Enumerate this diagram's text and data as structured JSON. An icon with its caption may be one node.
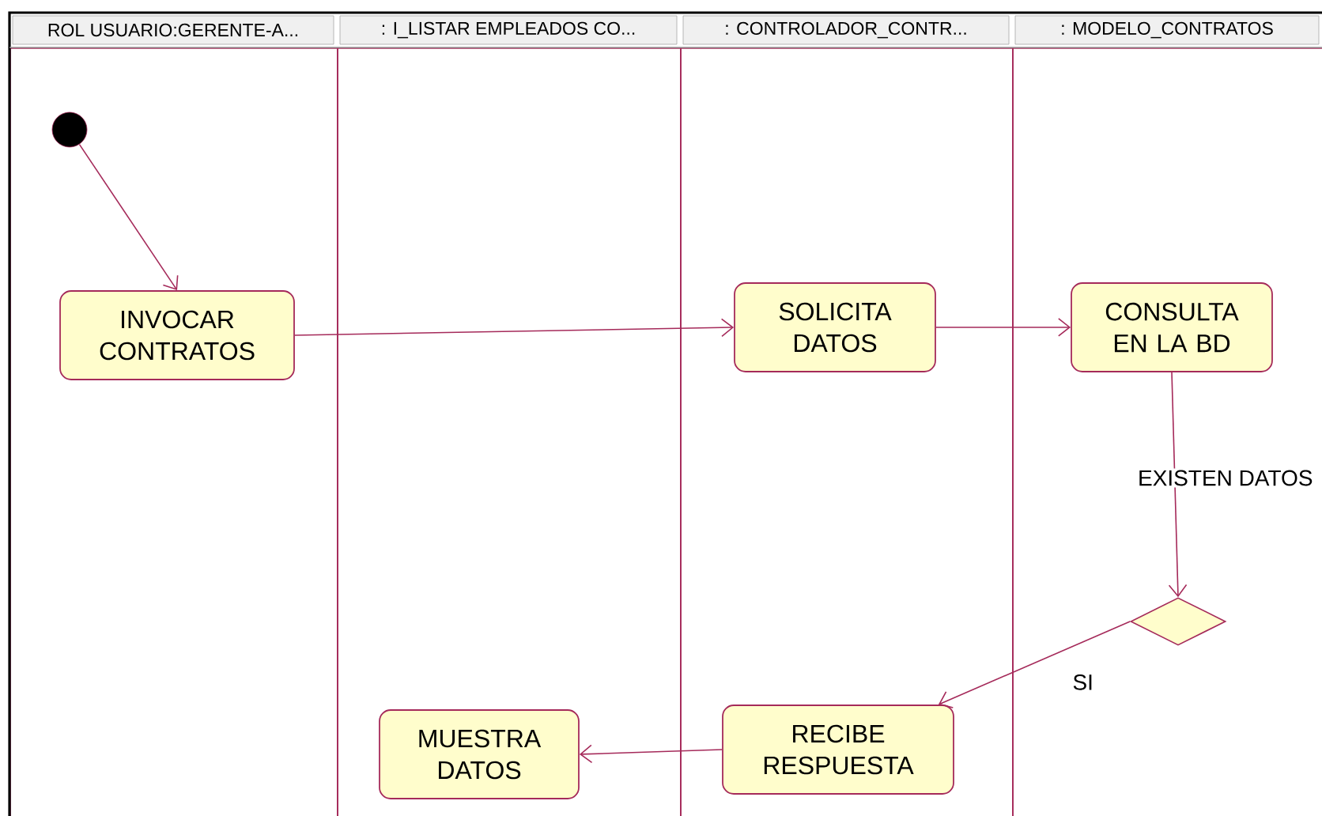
{
  "diagram": {
    "nodes": [
      {
        "text": [
          "ROL USUARIO:GERENTE-A..."
        ]
      },
      {
        "text": [
          ": I_LISTAR EMPLEADOS CO..."
        ]
      },
      {
        "text": [
          ": CONTROLADOR_CONTR..."
        ]
      },
      {
        "text": [
          ": MODELO_CONTRATOS"
        ]
      },
      {
        "text": [],
        "shape": "circle",
        "in": 0
      },
      {
        "text": [
          "INVOCAR CONTRATOS"
        ],
        "in": 0
      },
      {
        "text": [
          "SOLICITA DATOS"
        ],
        "in": 2
      },
      {
        "text": [
          "CONSULTA EN LA BD"
        ],
        "in": 3
      },
      {
        "text": [],
        "shape": "diamond",
        "in": 3
      },
      {
        "text": [
          "RECIBE RESPUESTA"
        ],
        "in": 2
      },
      {
        "text": [
          "MUESTRA DATOS"
        ],
        "in": 1
      }
    ],
    "edges": [
      {
        "from": 4,
        "to": 5,
        "arrow": "to"
      },
      {
        "from": 5,
        "to": 6,
        "arrow": "to"
      },
      {
        "from": 6,
        "to": 7,
        "arrow": "to"
      },
      {
        "from": 7,
        "to": 8,
        "arrow": "to",
        "label": "EXISTEN DATOS"
      },
      {
        "from": 8,
        "to": 9,
        "arrow": "to",
        "label": "SI"
      },
      {
        "from": 9,
        "to": 10,
        "arrow": "to"
      }
    ]
  }
}
